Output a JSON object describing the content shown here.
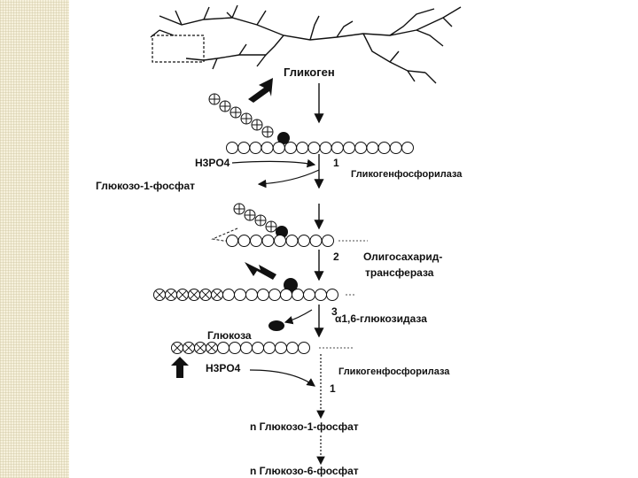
{
  "labels": {
    "glycogen": "Гликоген",
    "h3po4_top": "H3PO4",
    "step1_top": "1",
    "enzyme_phosphorylase_top": "Гликогенфосфорилаза",
    "g1p_top": "Глюкозо-1-фосфат",
    "step2": "2",
    "enzyme_transferase_line1": "Олигосахарид-",
    "enzyme_transferase_line2": "трансфераза",
    "step3": "3",
    "enzyme_glucosidase": "α1,6-глюкозидаза",
    "glucose": "Глюкоза",
    "h3po4_bottom": "H3PO4",
    "enzyme_phosphorylase_bottom": "Гликогенфосфорилаза",
    "step1_bottom": "1",
    "n_g1p": "n Глюкозо-1-фосфат",
    "n_g6p": "n Глюкозо-6-фосфат"
  },
  "colors": {
    "ink": "#111111",
    "strip": "#f6f1dc"
  }
}
